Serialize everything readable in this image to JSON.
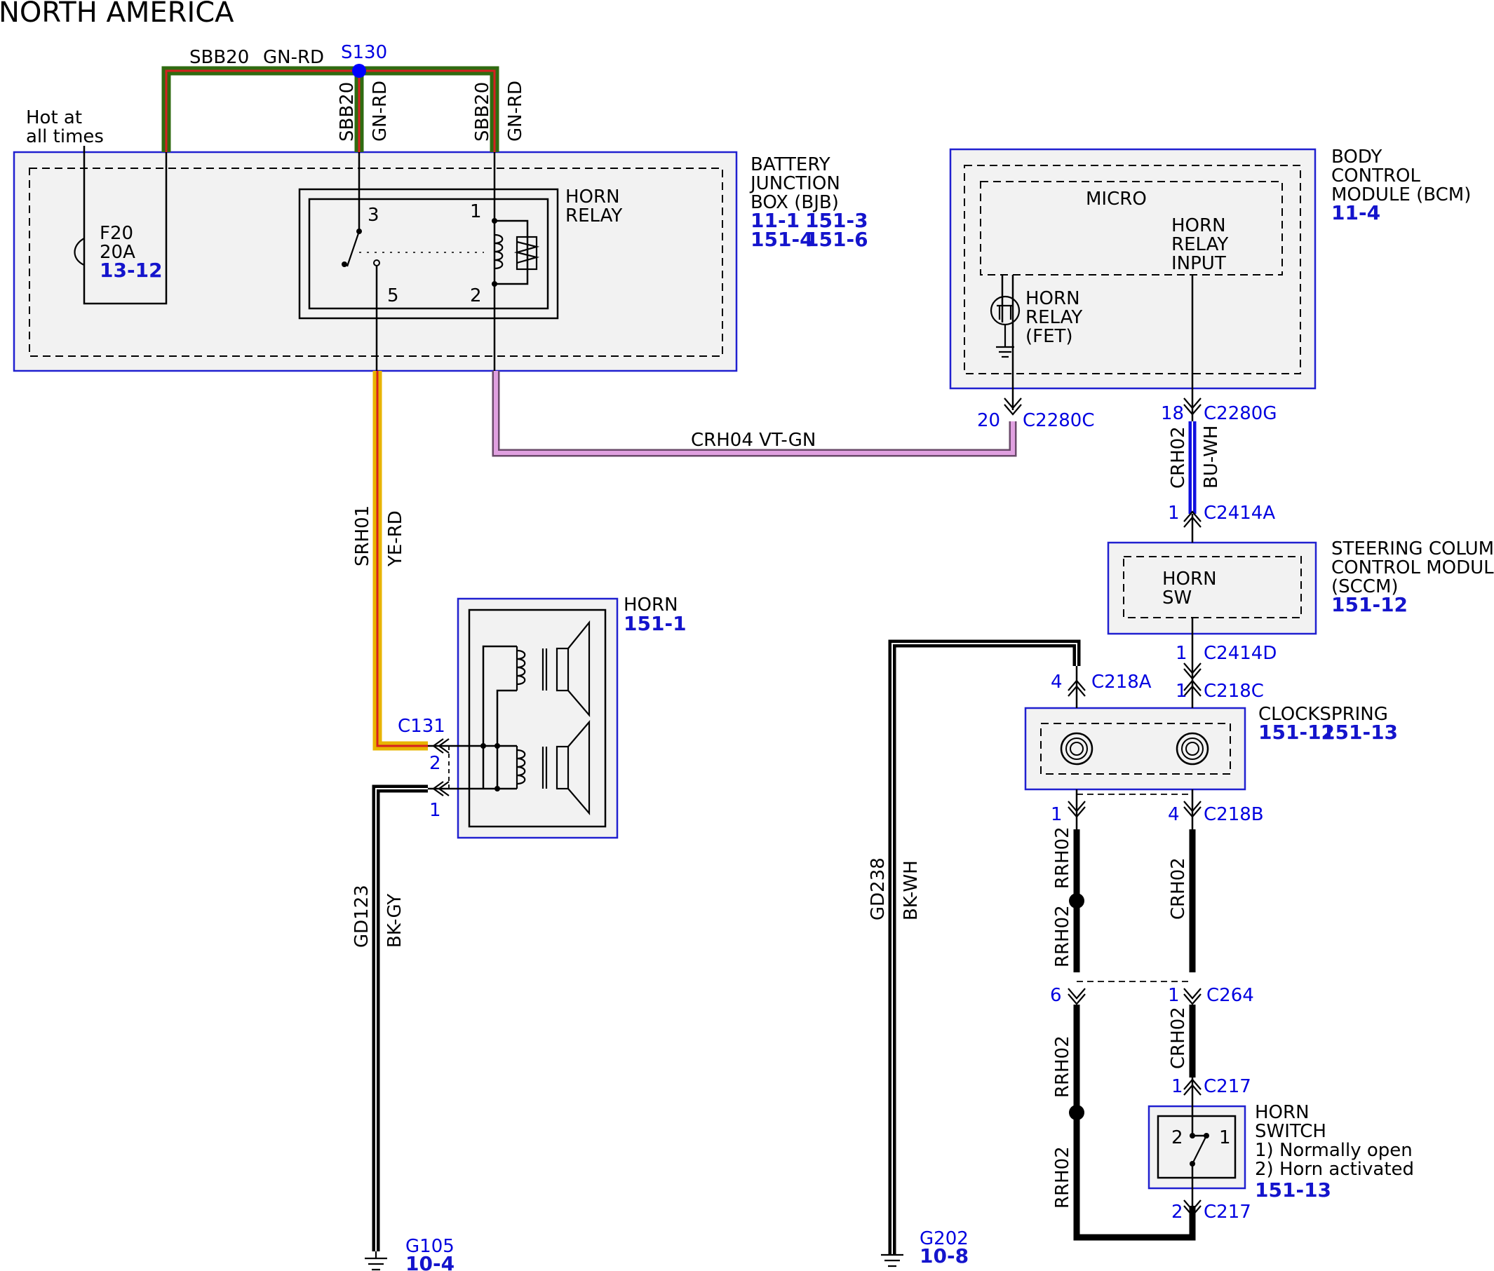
{
  "title": "NORTH AMERICA",
  "hot_at_all_times": [
    "Hot at",
    "all times"
  ],
  "fuse": {
    "name": "F20",
    "rating": "20A",
    "ref": "13-12"
  },
  "splice": {
    "name": "S130"
  },
  "wires": {
    "top_circuit": "SBB20",
    "top_color": "GN-RD",
    "pin3_circuit": "SBB20",
    "pin3_color": "GN-RD",
    "pin1_circuit": "SBB20",
    "pin1_color": "GN-RD",
    "srh01_circuit": "SRH01",
    "srh01_color": "YE-RD",
    "crh04": "CRH04 VT-GN",
    "crh02_top_circuit": "CRH02",
    "crh02_top_color": "BU-WH",
    "gd123_circuit": "GD123",
    "gd123_color": "BK-GY",
    "gd238_circuit": "GD238",
    "gd238_color": "BK-WH",
    "rrh02": "RRH02",
    "crh02": "CRH02"
  },
  "bjb": {
    "label": [
      "BATTERY",
      "JUNCTION",
      "BOX (BJB)"
    ],
    "refs": [
      "11-1",
      "151-3",
      "151-4",
      "151-6"
    ],
    "relay_label": [
      "HORN",
      "RELAY"
    ],
    "pins": [
      "3",
      "1",
      "5",
      "2"
    ]
  },
  "bcm": {
    "label": [
      "BODY",
      "CONTROL",
      "MODULE (BCM)"
    ],
    "ref": "11-4",
    "micro": "MICRO",
    "relay_input": [
      "HORN",
      "RELAY",
      "INPUT"
    ],
    "fet": [
      "HORN",
      "RELAY",
      "(FET)"
    ]
  },
  "connectors": {
    "c2280c_pin": "20",
    "c2280c": "C2280C",
    "c2280g_pin": "18",
    "c2280g": "C2280G",
    "c2414a_pin": "1",
    "c2414a": "C2414A",
    "c2414d_pin": "1",
    "c2414d": "C2414D",
    "c218a_pin": "4",
    "c218a": "C218A",
    "c218c_pin": "1",
    "c218c": "C218C",
    "c218b_pin_left": "1",
    "c218b_pin_right": "4",
    "c218b": "C218B",
    "c264_pin_left": "6",
    "c264_pin_right": "1",
    "c264": "C264",
    "c217_top_pin": "1",
    "c217_top": "C217",
    "c217_bot_pin": "2",
    "c217_bot": "C217",
    "c131": "C131",
    "c131_pin2": "2",
    "c131_pin1": "1"
  },
  "sccm": {
    "label": [
      "STEERING COLUMN",
      "CONTROL MODULE",
      "(SCCM)"
    ],
    "ref": "151-12",
    "inner": [
      "HORN",
      "SW"
    ]
  },
  "clockspring": {
    "label": "CLOCKSPRING",
    "refs": [
      "151-12",
      "151-13"
    ]
  },
  "horn": {
    "label": "HORN",
    "ref": "151-1"
  },
  "horn_switch": {
    "label": [
      "HORN",
      "SWITCH"
    ],
    "notes": [
      "1) Normally open",
      "2) Horn activated"
    ],
    "ref": "151-13",
    "pin_left": "2",
    "pin_right": "1"
  },
  "grounds": {
    "g105": {
      "name": "G105",
      "ref": "10-4"
    },
    "g202": {
      "name": "G202",
      "ref": "10-8"
    }
  }
}
